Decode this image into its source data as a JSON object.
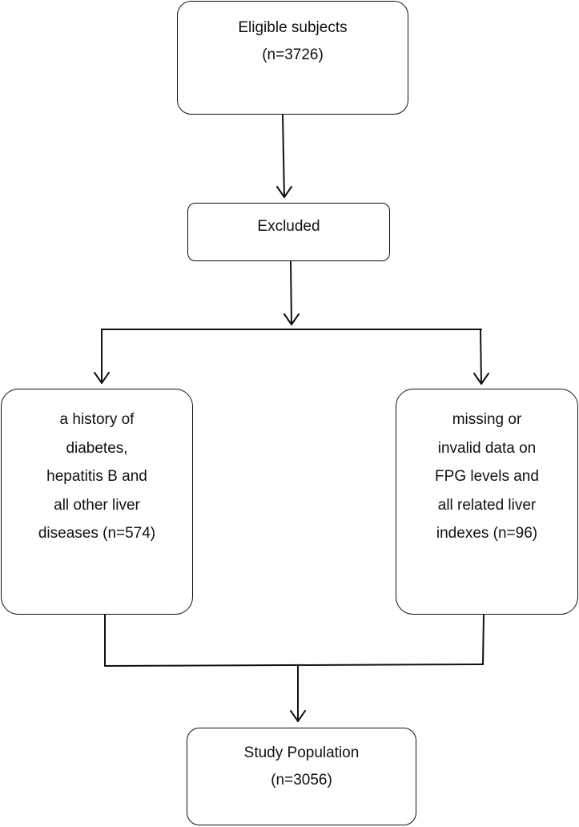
{
  "diagram": {
    "eligible": {
      "lines": [
        "Eligible subjects",
        "(n=3726)"
      ]
    },
    "excluded": {
      "lines": [
        "Excluded"
      ]
    },
    "exclusion_left": {
      "lines": [
        "a history of",
        "diabetes,",
        "hepatitis B and",
        "all other liver",
        "diseases (n=574)"
      ]
    },
    "exclusion_right": {
      "lines": [
        "missing or",
        "invalid data on",
        "FPG levels and",
        "all related liver",
        "indexes (n=96)"
      ]
    },
    "study": {
      "lines": [
        "Study Population",
        "(n=3056)"
      ]
    }
  }
}
